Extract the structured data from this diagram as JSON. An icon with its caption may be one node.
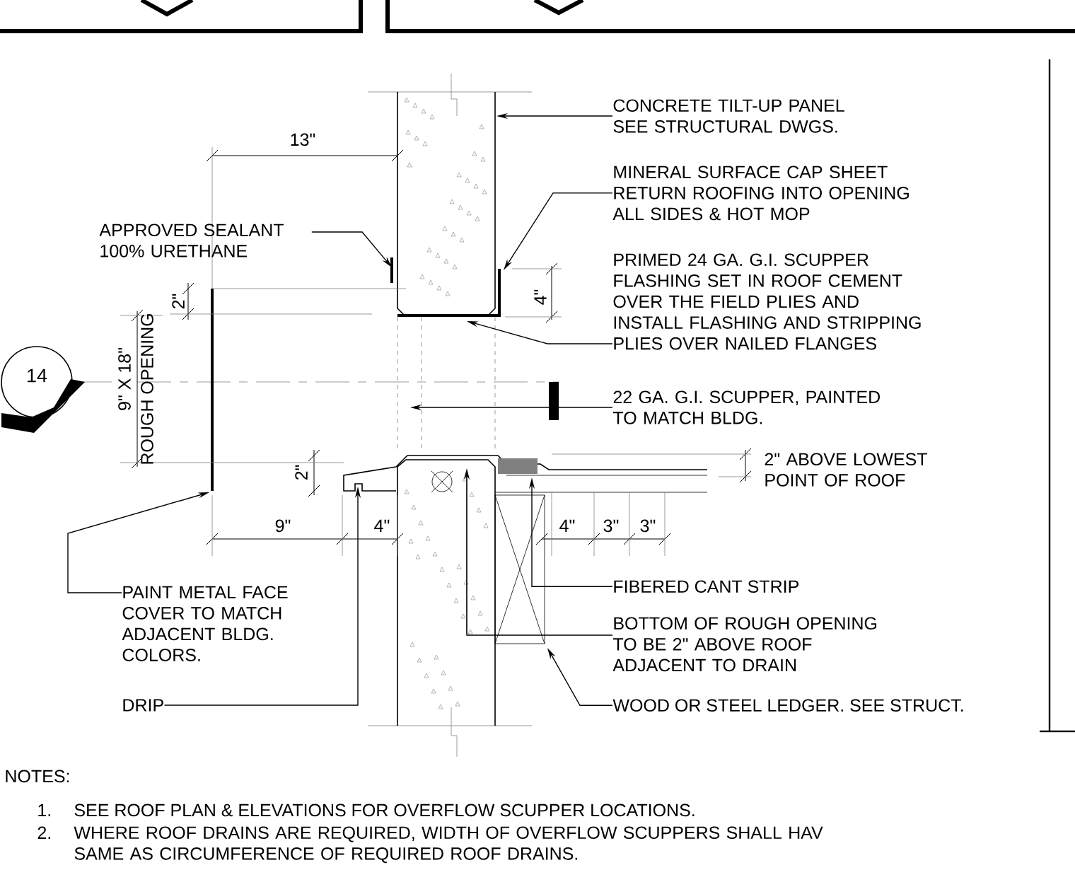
{
  "diagram": {
    "nodes": [
      {
        "text": [
          "CONCRETE TILT-UP PANEL SEE STRUCTURAL DWGS."
        ]
      },
      {
        "text": [
          "MINERAL SURFACE CAP SHEET RETURN ROOFING INTO OPENING ALL SIDES & HOT MOP"
        ]
      },
      {
        "text": [
          "APPROVED SEALANT 100% URETHANE"
        ]
      },
      {
        "text": [
          "PRIMED 24 GA. G.I. SCUPPER FLASHING SET IN ROOF CEMENT OVER THE FIELD PLIES AND INSTALL FLASHING AND STRIPPING PLIES OVER NAILED FLANGES"
        ]
      },
      {
        "text": [
          "14"
        ]
      },
      {
        "text": [
          "22 GA. G.I. SCUPPER, PAINTED TO MATCH BLDG."
        ]
      },
      {
        "text": [
          "FIBERED CANT STRIP"
        ]
      },
      {
        "text": [
          "PAINT METAL FACE COVER TO MATCH ADJACENT BLDG. COLORS."
        ]
      },
      {
        "text": [
          "BOTTOM OF ROUGH OPENING TO BE 2\" ABOVE ROOF ADJACENT TO DRAIN"
        ]
      },
      {
        "text": [
          "DRIP"
        ]
      },
      {
        "text": [
          "WOOD OR STEEL LEDGER. SEE STRUCT."
        ]
      }
    ],
    "edges": [
      {
        "from": 0,
        "to": null,
        "arrow": "to"
      },
      {
        "from": 1,
        "to": null,
        "arrow": "to"
      },
      {
        "from": 2,
        "to": null,
        "arrow": "to"
      },
      {
        "from": 3,
        "to": null,
        "arrow": "to"
      },
      {
        "from": 5,
        "to": null,
        "arrow": "to"
      },
      {
        "from": 6,
        "to": null,
        "arrow": "to"
      },
      {
        "from": 7,
        "to": null,
        "arrow": "to"
      },
      {
        "from": 8,
        "to": null,
        "arrow": "to"
      },
      {
        "from": 9,
        "to": null,
        "arrow": "to"
      },
      {
        "from": 10,
        "to": null,
        "arrow": "to"
      }
    ],
    "labels": [
      "13\"",
      "2\"",
      "4\"",
      "9\" X 18\"",
      "ROUGH OPENING",
      "2\"",
      "2\" ABOVE LOWEST POINT OF ROOF",
      "9\"",
      "4\"",
      "4\"",
      "3\"",
      "3\"",
      "NOTES:",
      "1.",
      "SEE ROOF PLAN & ELEVATIONS FOR OVERFLOW SCUPPER LOCATIONS.",
      "2.",
      "WHERE ROOF DRAINS ARE REQUIRED, WIDTH OF OVERFLOW SCUPPERS SHALL HAV SAME AS CIRCUMFERENCE OF REQUIRED ROOF DRAINS."
    ]
  }
}
